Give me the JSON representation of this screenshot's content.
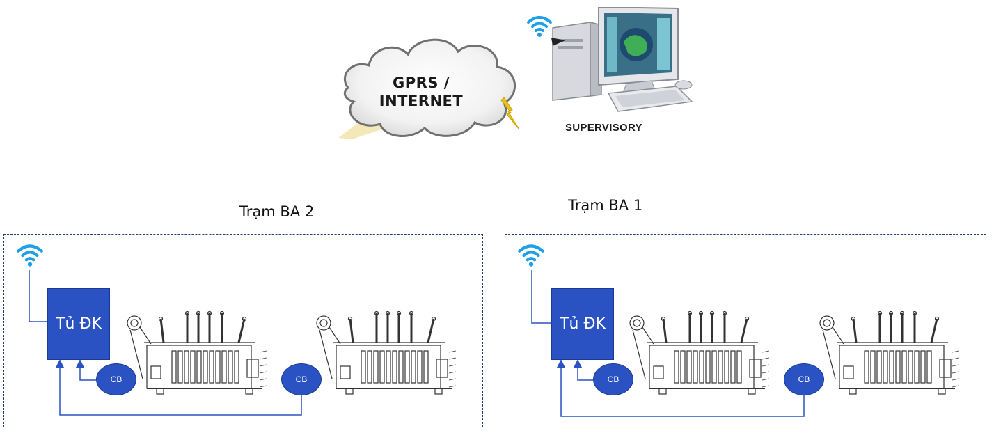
{
  "top": {
    "cloud_label_line1": "GPRS /",
    "cloud_label_line2": "INTERNET",
    "supervisory_label": "SUPERVISORY"
  },
  "stations": [
    {
      "title": "Trạm BA 2",
      "cabinet_label": "Tủ ĐK",
      "cb_label": "CB"
    },
    {
      "title": "Trạm BA 1",
      "cabinet_label": "Tủ ĐK",
      "cb_label": "CB"
    }
  ],
  "colors": {
    "device_blue": "#2a52c2",
    "wifi_blue": "#1ea0e6",
    "dashed_border": "#243f6e",
    "lightning": "#e8c21a"
  },
  "icons": [
    "cloud-icon",
    "wifi-icon",
    "computer-icon",
    "lightning-icon",
    "transformer-icon"
  ]
}
